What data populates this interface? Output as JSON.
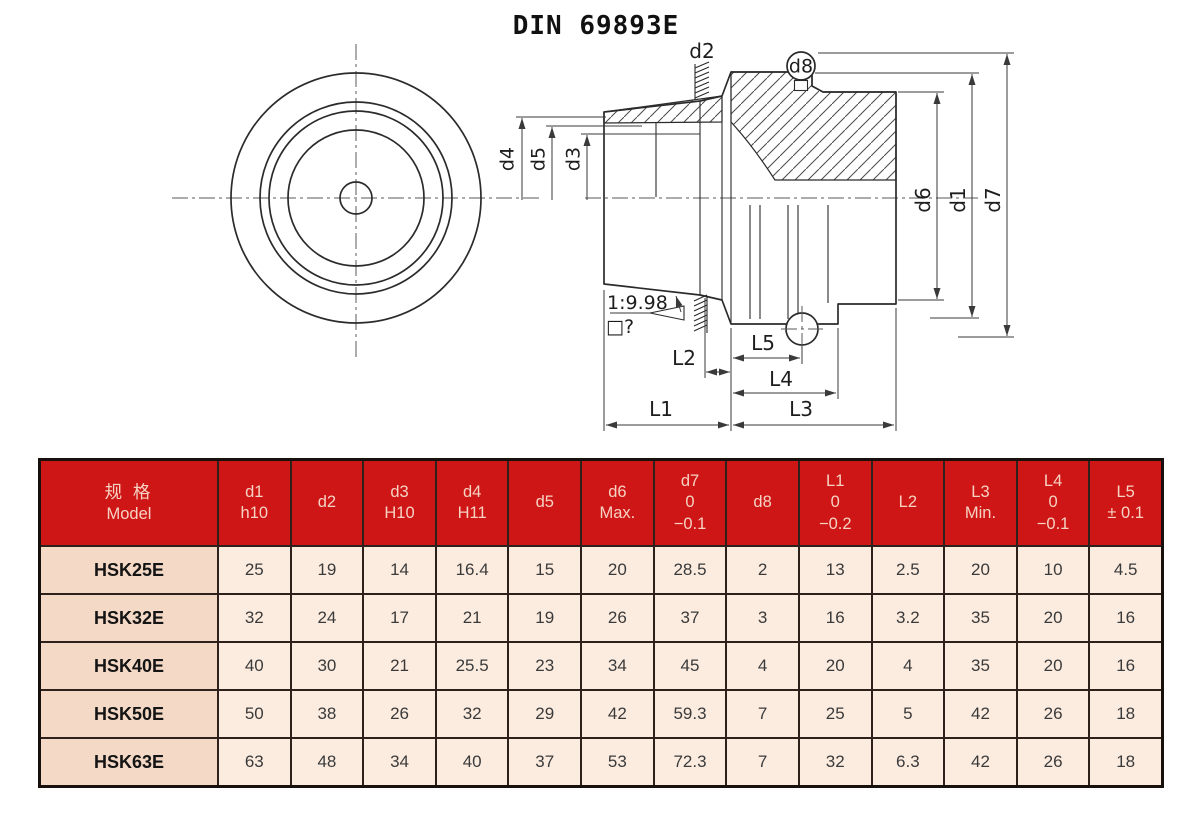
{
  "drawing": {
    "title": "DIN 69893E",
    "taper_ratio": "1:9.98",
    "taper_note": "□?",
    "dims": {
      "d1": "d1",
      "d2": "d2",
      "d3": "d3",
      "d4": "d4",
      "d5": "d5",
      "d6": "d6",
      "d7": "d7",
      "d8": "d8",
      "L1": "L1",
      "L2": "L2",
      "L3": "L3",
      "L4": "L4",
      "L5": "L5"
    }
  },
  "table": {
    "columns": [
      {
        "id": "model",
        "lines": [
          "规 格",
          "Model"
        ]
      },
      {
        "id": "d1",
        "lines": [
          "d1",
          "h10"
        ]
      },
      {
        "id": "d2",
        "lines": [
          "d2"
        ]
      },
      {
        "id": "d3",
        "lines": [
          "d3",
          "H10"
        ]
      },
      {
        "id": "d4",
        "lines": [
          "d4",
          "H11"
        ]
      },
      {
        "id": "d5",
        "lines": [
          "d5"
        ]
      },
      {
        "id": "d6",
        "lines": [
          "d6",
          "Max."
        ]
      },
      {
        "id": "d7",
        "lines": [
          "d7",
          "0",
          "−0.1"
        ]
      },
      {
        "id": "d8",
        "lines": [
          "d8"
        ]
      },
      {
        "id": "L1",
        "lines": [
          "L1",
          "0",
          "−0.2"
        ]
      },
      {
        "id": "L2",
        "lines": [
          "L2"
        ]
      },
      {
        "id": "L3",
        "lines": [
          "L3",
          "Min."
        ]
      },
      {
        "id": "L4",
        "lines": [
          "L4",
          "0",
          "−0.1"
        ]
      },
      {
        "id": "L5",
        "lines": [
          "L5",
          "± 0.1"
        ]
      }
    ],
    "rows": [
      {
        "model": "HSK25E",
        "values": [
          "25",
          "19",
          "14",
          "16.4",
          "15",
          "20",
          "28.5",
          "2",
          "13",
          "2.5",
          "20",
          "10",
          "4.5"
        ]
      },
      {
        "model": "HSK32E",
        "values": [
          "32",
          "24",
          "17",
          "21",
          "19",
          "26",
          "37",
          "3",
          "16",
          "3.2",
          "35",
          "20",
          "16"
        ]
      },
      {
        "model": "HSK40E",
        "values": [
          "40",
          "30",
          "21",
          "25.5",
          "23",
          "34",
          "45",
          "4",
          "20",
          "4",
          "35",
          "20",
          "16"
        ]
      },
      {
        "model": "HSK50E",
        "values": [
          "50",
          "38",
          "26",
          "32",
          "29",
          "42",
          "59.3",
          "7",
          "25",
          "5",
          "42",
          "26",
          "18"
        ]
      },
      {
        "model": "HSK63E",
        "values": [
          "63",
          "48",
          "34",
          "40",
          "37",
          "53",
          "72.3",
          "7",
          "32",
          "6.3",
          "42",
          "26",
          "18"
        ]
      }
    ]
  },
  "colors": {
    "header_bg": "#ce1616",
    "header_text": "#f6d2c2",
    "model_cell_bg": "#f3d9c6",
    "value_cell_bg": "#fcece0",
    "grid_border": "#2e211c",
    "outer_border": "#17100d",
    "line_color": "#2b2b2b"
  }
}
